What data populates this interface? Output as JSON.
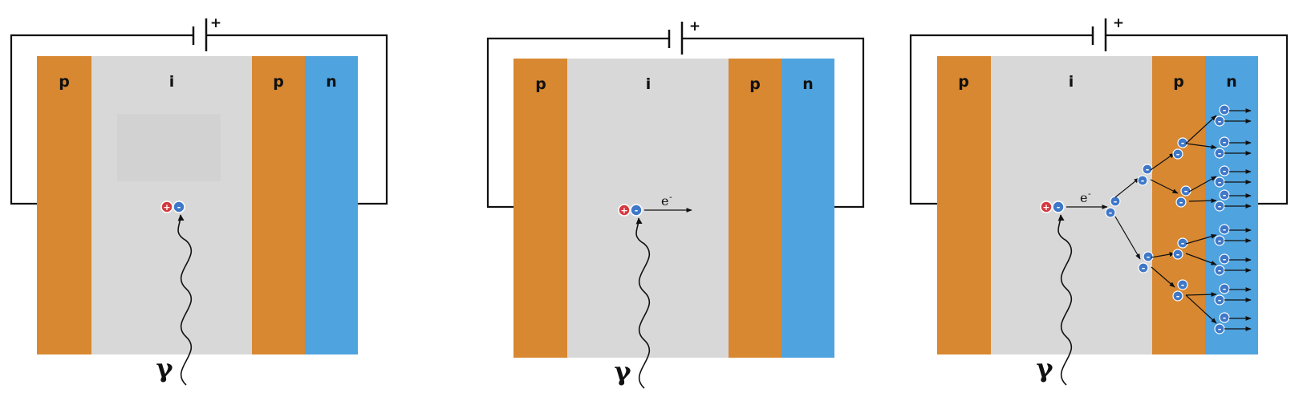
{
  "colors": {
    "p_layer": "#D88831",
    "i_layer": "#D8D8D8",
    "n_layer": "#4FA3DE",
    "hole": "#D43A40",
    "electron": "#3F78C8",
    "wire": "#111111",
    "background": "#FFFFFF"
  },
  "labels": {
    "p": "p",
    "i": "i",
    "n": "n",
    "battery_plus": "+",
    "gamma": "γ",
    "electron_base": "e",
    "electron_sup": "-",
    "hole_sign": "+",
    "electron_sign": "-"
  },
  "panels": [
    {
      "stage": "photon absorption creates an electron-hole pair",
      "electron_label_shown": false,
      "avalanche_shown": false
    },
    {
      "stage": "electron drifts toward the n side",
      "electron_label_shown": true,
      "avalanche_shown": false
    },
    {
      "stage": "avalanche multiplication in the p layer",
      "electron_label_shown": true,
      "avalanche_shown": true
    }
  ]
}
